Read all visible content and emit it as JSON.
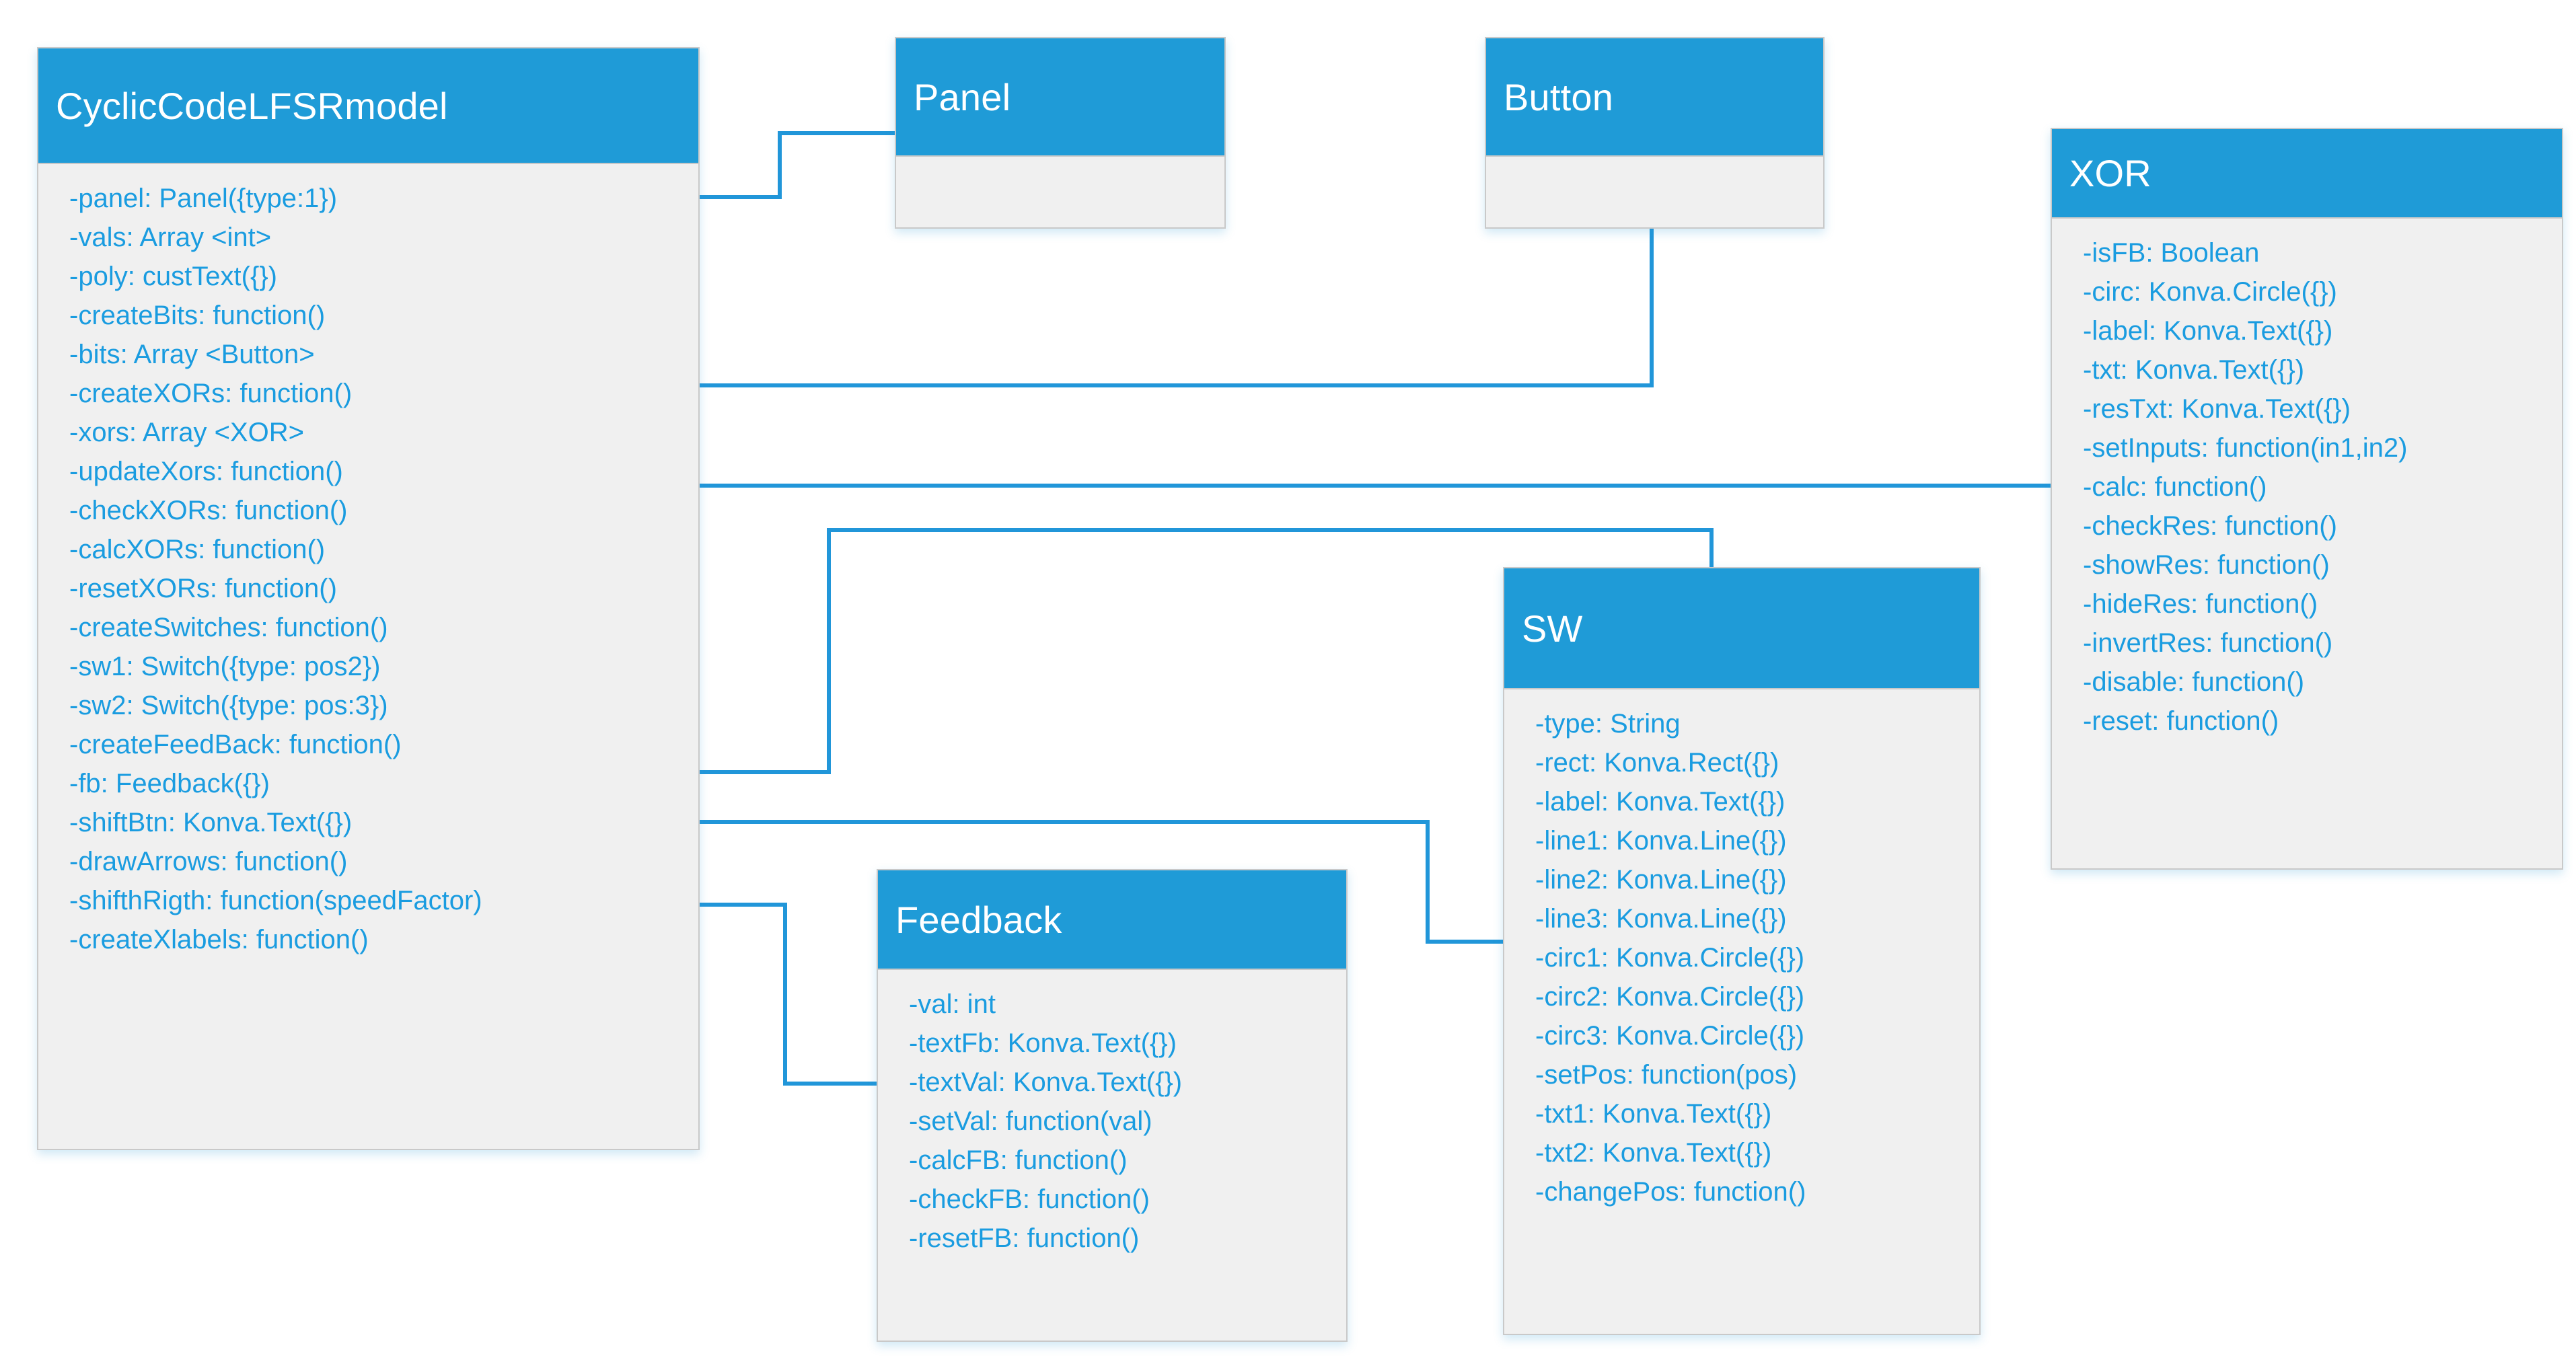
{
  "diagram": {
    "type": "uml-class-diagram",
    "accent_header_color": "#1f9bd7",
    "body_background_color": "#f0f0f0",
    "member_text_color": "#1a9ce0",
    "connector_color": "#2196d9",
    "border_color": "#c9c9c9",
    "page_background": "#ffffff"
  },
  "classes": [
    {
      "id": "cycliccodelfsrmodel",
      "name": "CyclicCodeLFSRmodel",
      "members": [
        "-panel: Panel({type:1})",
        "-vals: Array <int>",
        "-poly: custText({})",
        "-createBits: function()",
        "-bits: Array <Button>",
        "-createXORs: function()",
        "-xors: Array <XOR>",
        "-updateXors: function()",
        "-checkXORs: function()",
        "-calcXORs: function()",
        "-resetXORs: function()",
        "-createSwitches: function()",
        "-sw1: Switch({type: pos2})",
        "-sw2: Switch({type: pos:3})",
        "-createFeedBack: function()",
        "-fb: Feedback({})",
        "-shiftBtn: Konva.Text({})",
        "-drawArrows: function()",
        "-shifthRigth: function(speedFactor)",
        "-createXlabels: function()"
      ]
    },
    {
      "id": "panel",
      "name": "Panel",
      "members": []
    },
    {
      "id": "button",
      "name": "Button",
      "members": []
    },
    {
      "id": "xor",
      "name": "XOR",
      "members": [
        "-isFB: Boolean",
        "-circ: Konva.Circle({})",
        "-label: Konva.Text({})",
        "-txt: Konva.Text({})",
        "-resTxt: Konva.Text({})",
        "-setInputs: function(in1,in2)",
        "-calc: function()",
        "-checkRes: function()",
        "-showRes: function()",
        "-hideRes: function()",
        "-invertRes: function()",
        "-disable: function()",
        "-reset: function()"
      ]
    },
    {
      "id": "sw",
      "name": "SW",
      "members": [
        "-type: String",
        "-rect: Konva.Rect({})",
        "-label: Konva.Text({})",
        "-line1: Konva.Line({})",
        "-line2: Konva.Line({})",
        "-line3: Konva.Line({})",
        "-circ1: Konva.Circle({})",
        "-circ2: Konva.Circle({})",
        "-circ3: Konva.Circle({})",
        "-setPos: function(pos)",
        "-txt1: Konva.Text({})",
        "-txt2: Konva.Text({})",
        "-changePos: function()"
      ]
    },
    {
      "id": "feedback",
      "name": "Feedback",
      "members": [
        "-val: int",
        "-textFb: Konva.Text({})",
        "-textVal: Konva.Text({})",
        "-setVal: function(val)",
        "-calcFB: function()",
        "-checkFB: function()",
        "-resetFB: function()"
      ]
    }
  ],
  "associations": [
    {
      "id": "assoc-panel",
      "from": "cycliccodelfsrmodel",
      "from_member": "-panel: Panel({type:1})",
      "to": "panel"
    },
    {
      "id": "assoc-bits",
      "from": "cycliccodelfsrmodel",
      "from_member": "-bits: Array <Button>",
      "to": "button"
    },
    {
      "id": "assoc-xors",
      "from": "cycliccodelfsrmodel",
      "from_member": "-xors: Array <XOR>",
      "to": "xor"
    },
    {
      "id": "assoc-sw1",
      "from": "cycliccodelfsrmodel",
      "from_member": "-sw1: Switch({type: pos2})",
      "to": "sw"
    },
    {
      "id": "assoc-sw2",
      "from": "cycliccodelfsrmodel",
      "from_member": "-sw2: Switch({type: pos:3})",
      "to": "sw"
    },
    {
      "id": "assoc-fb",
      "from": "cycliccodelfsrmodel",
      "from_member": "-fb: Feedback({})",
      "to": "feedback"
    }
  ]
}
